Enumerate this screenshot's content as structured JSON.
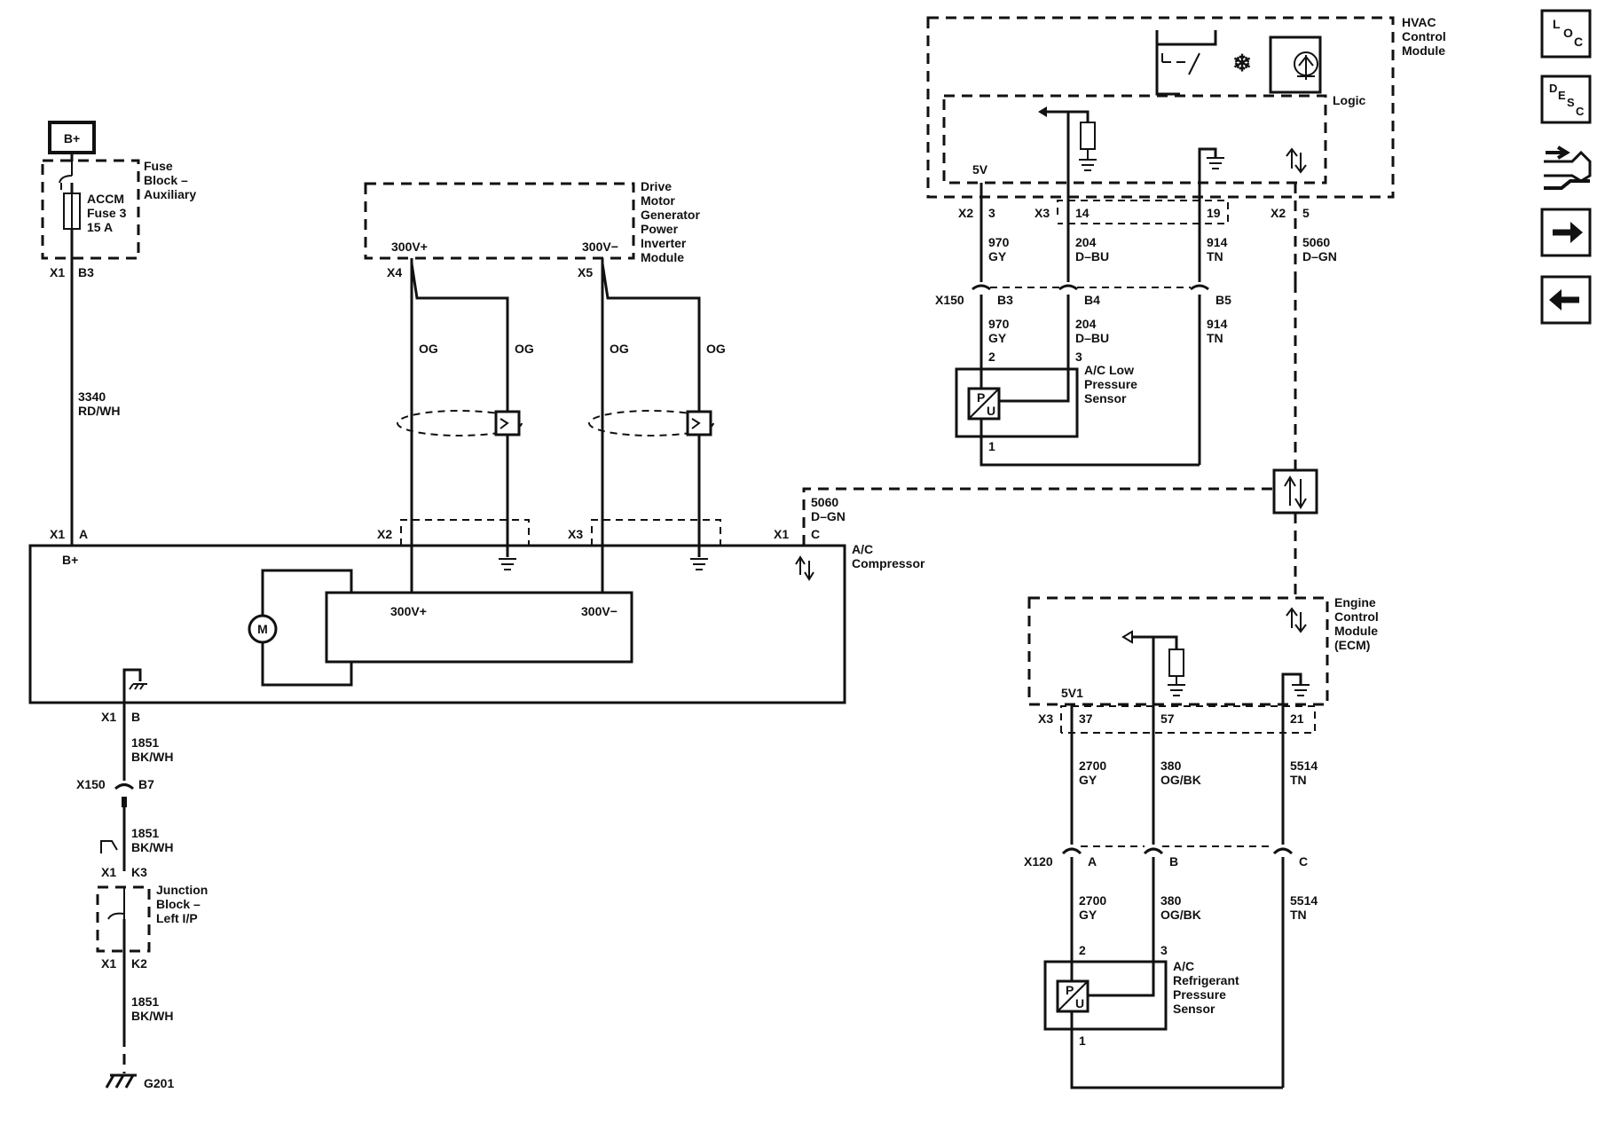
{
  "power": {
    "bplus": "B+"
  },
  "modules": {
    "fuse_block": [
      "Fuse",
      "Block –",
      "Auxiliary"
    ],
    "fuse": [
      "ACCM",
      "Fuse 3",
      "15 A"
    ],
    "inverter": [
      "Drive",
      "Motor",
      "Generator",
      "Power",
      "Inverter",
      "Module"
    ],
    "hvac": [
      "HVAC",
      "Control",
      "Module"
    ],
    "hvac_logic": "Logic",
    "compressor": [
      "A/C",
      "Compressor"
    ],
    "ecm": [
      "Engine",
      "Control",
      "Module",
      "(ECM)"
    ],
    "low_sensor": [
      "A/C Low",
      "Pressure",
      "Sensor"
    ],
    "refrig_sensor": [
      "A/C",
      "Refrigerant",
      "Pressure",
      "Sensor"
    ],
    "junction": [
      "Junction",
      "Block –",
      "Left I/P"
    ],
    "motor": "M",
    "ground": "G201"
  },
  "pins": {
    "inv_plus": "300V+",
    "inv_minus": "300V−",
    "comp_plus": "300V+",
    "comp_minus": "300V−",
    "comp_bplus": "B+",
    "hvac_5v": "5V",
    "ecm_5v": "5V1",
    "sensor_p": "P",
    "sensor_u": "U"
  },
  "connectors": {
    "x1": "X1",
    "x2": "X2",
    "x3": "X3",
    "x4": "X4",
    "x5": "X5",
    "x150": "X150",
    "x120": "X120",
    "b3": "B3",
    "b4": "B4",
    "b5": "B5",
    "b7": "B7",
    "a": "A",
    "b": "B",
    "c": "C",
    "k3": "K3",
    "k2": "K2",
    "n1": "1",
    "n2": "2",
    "n3": "3",
    "n5": "5",
    "n14": "14",
    "n19": "19",
    "n21": "21",
    "n37": "37",
    "n57": "57"
  },
  "wires": {
    "w3340": [
      "3340",
      "RD/WH"
    ],
    "w1851": [
      "1851",
      "BK/WH"
    ],
    "w5060": [
      "5060",
      "D–GN"
    ],
    "w970": [
      "970",
      "GY"
    ],
    "w204": [
      "204",
      "D–BU"
    ],
    "w914": [
      "914",
      "TN"
    ],
    "w2700": [
      "2700",
      "GY"
    ],
    "w380": [
      "380",
      "OG/BK"
    ],
    "w5514": [
      "5514",
      "TN"
    ],
    "og": "OG"
  },
  "nav": {
    "loc": [
      "L",
      "O",
      "C"
    ],
    "desc": [
      "D",
      "E",
      "S",
      "C"
    ],
    "icons": [
      "connector-icon",
      "next-arrow-icon",
      "previous-arrow-icon"
    ]
  }
}
